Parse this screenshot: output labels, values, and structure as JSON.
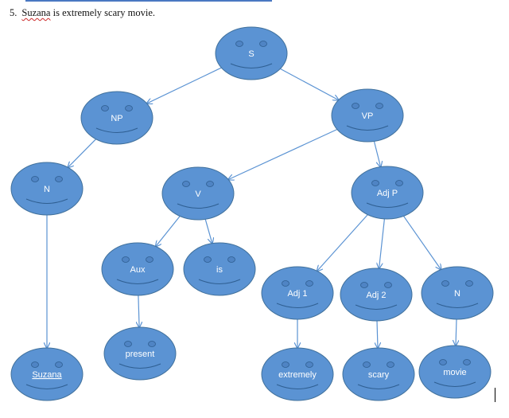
{
  "document": {
    "sentence_number": "5.",
    "sentence_subject": "Suzana",
    "sentence_rest": "is extremely scary movie."
  },
  "tree": {
    "node_color": "#5b93d3",
    "node_stroke": "#41719c",
    "edge_color": "#5b93d3",
    "nodes": [
      {
        "id": "S",
        "label": "S"
      },
      {
        "id": "NP",
        "label": "NP"
      },
      {
        "id": "VP",
        "label": "VP"
      },
      {
        "id": "N1",
        "label": "N"
      },
      {
        "id": "V",
        "label": "V"
      },
      {
        "id": "AdjP",
        "label": "Adj P"
      },
      {
        "id": "Aux",
        "label": "Aux"
      },
      {
        "id": "is",
        "label": "is"
      },
      {
        "id": "Adj1",
        "label": "Adj 1"
      },
      {
        "id": "Adj2",
        "label": "Adj 2"
      },
      {
        "id": "N2",
        "label": "N"
      },
      {
        "id": "present",
        "label": "present"
      },
      {
        "id": "Suzana",
        "label": "Suzana"
      },
      {
        "id": "extremely",
        "label": "extremely"
      },
      {
        "id": "scary",
        "label": "scary"
      },
      {
        "id": "movie",
        "label": "movie"
      }
    ],
    "edges": [
      {
        "from": "S",
        "to": "NP"
      },
      {
        "from": "S",
        "to": "VP"
      },
      {
        "from": "NP",
        "to": "N1"
      },
      {
        "from": "VP",
        "to": "V"
      },
      {
        "from": "VP",
        "to": "AdjP"
      },
      {
        "from": "N1",
        "to": "Suzana"
      },
      {
        "from": "V",
        "to": "Aux"
      },
      {
        "from": "V",
        "to": "is"
      },
      {
        "from": "Aux",
        "to": "present"
      },
      {
        "from": "AdjP",
        "to": "Adj1"
      },
      {
        "from": "AdjP",
        "to": "Adj2"
      },
      {
        "from": "AdjP",
        "to": "N2"
      },
      {
        "from": "Adj1",
        "to": "extremely"
      },
      {
        "from": "Adj2",
        "to": "scary"
      },
      {
        "from": "N2",
        "to": "movie"
      }
    ]
  }
}
